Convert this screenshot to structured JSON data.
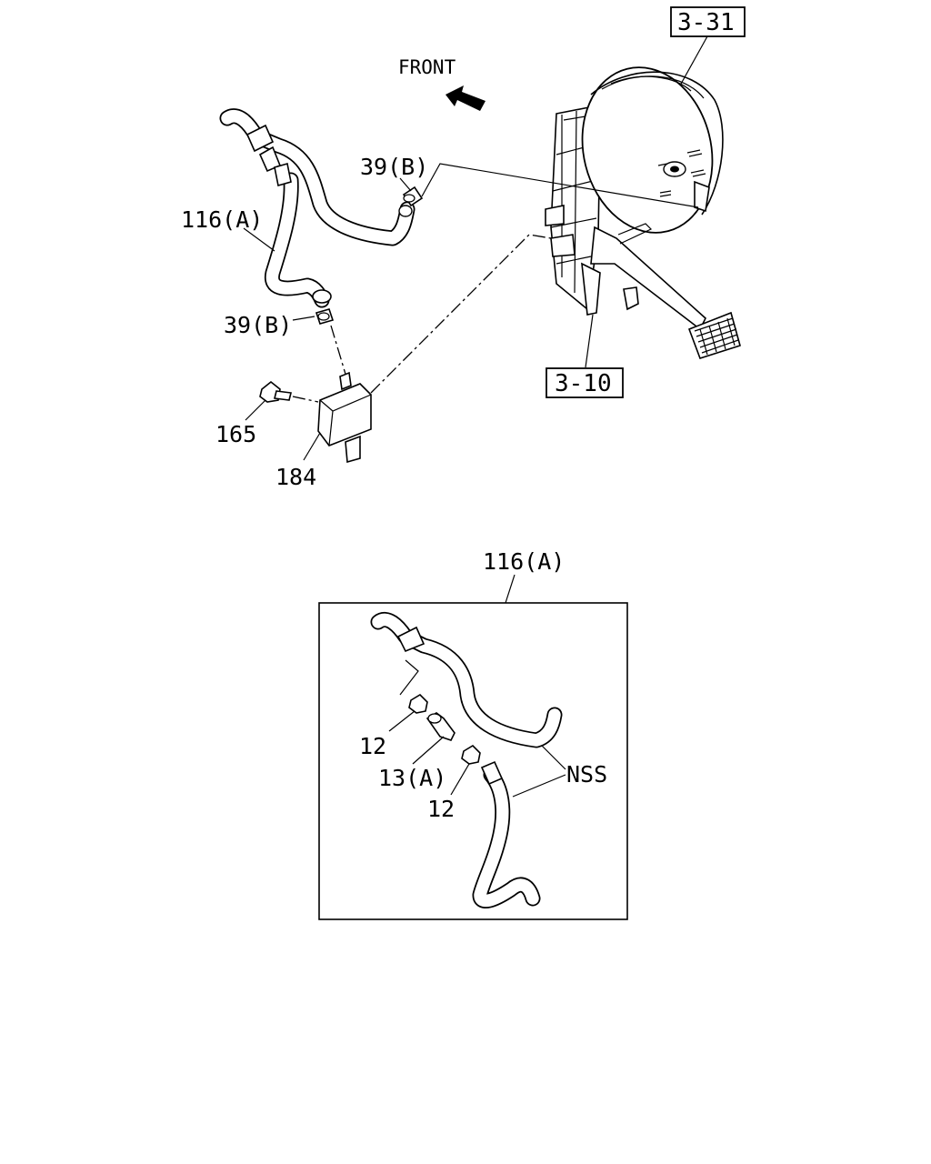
{
  "header": {
    "direction_label": "FRONT"
  },
  "references": {
    "booster_ref": "3-31",
    "pedal_ref": "3-10"
  },
  "callouts": {
    "hose_main": "116(A)",
    "connector_upper": "39(B)",
    "connector_lower": "39(B)",
    "bolt": "165",
    "bracket": "184"
  },
  "detail": {
    "title": "116(A)",
    "clip_upper": "12",
    "joint": "13(A)",
    "clip_lower": "12",
    "nss": "NSS"
  },
  "icons": {
    "direction_arrow": "arrow-left-up-icon"
  }
}
